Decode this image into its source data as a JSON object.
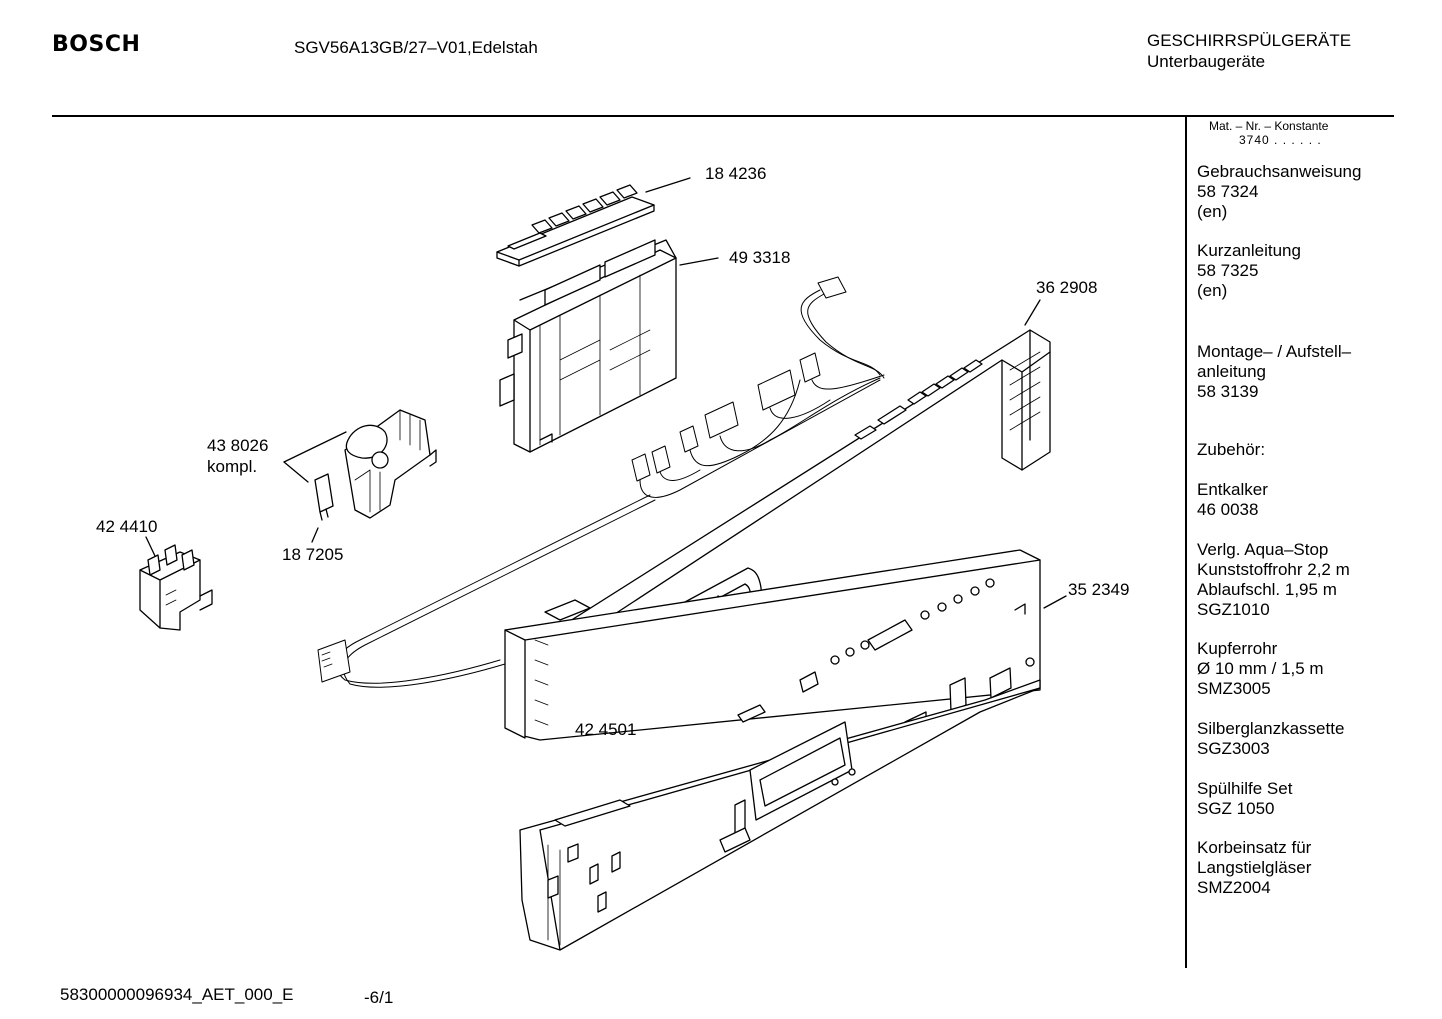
{
  "header": {
    "brand": "BOSCH",
    "model": "SGV56A13GB/27–V01,Edelstah",
    "category_line1": "GESCHIRRSPÜLGERÄTE",
    "category_line2": "Unterbaugeräte"
  },
  "sidebar": {
    "mat_header": "Mat. – Nr. – Konstante",
    "mat_constant": "3740 . . . . . .",
    "blocks": [
      "Gebrauchsanweisung\n58 7324\n(en)",
      "Kurzanleitung\n58 7325\n(en)",
      "Montage– / Aufstell–\nanleitung\n58 3139",
      "Zubehör:",
      "Entkalker\n46 0038",
      "Verlg. Aqua–Stop\nKunststoffrohr 2,2 m\nAblaufschl. 1,95 m\nSGZ1010",
      "Kupferrohr\nØ 10 mm / 1,5 m\nSMZ3005",
      "Silberglanzkassette\nSGZ3003",
      "Spülhilfe Set\nSGZ 1050",
      "Korbeinsatz für\nLangstielgläser\nSMZ2004"
    ]
  },
  "parts": {
    "p184236": "18 4236",
    "p493318": "49 3318",
    "p362908": "36 2908",
    "p438026": "43 8026",
    "p438026_sub": "kompl.",
    "p424410": "42 4410",
    "p187205": "18 7205",
    "p352349": "35 2349",
    "p424501": "42 4501"
  },
  "footer": {
    "code": "58300000096934_AET_000_E",
    "page": "-6/1"
  }
}
